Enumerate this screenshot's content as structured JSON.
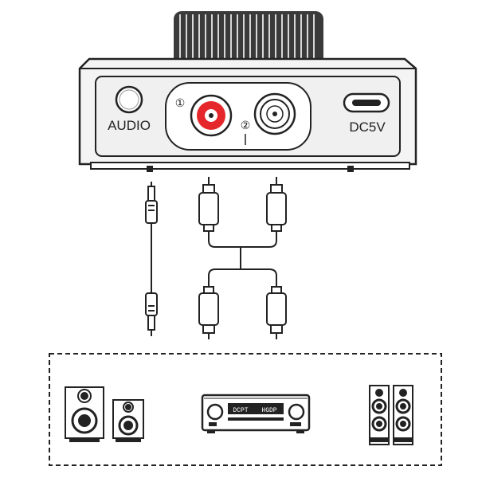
{
  "device": {
    "audio_label": "AUDIO",
    "power_label": "DC5V",
    "marker_1": "①",
    "marker_2": "②"
  },
  "cables": {
    "aux": "3.5mm audio cable",
    "rca": "RCA cable"
  },
  "targets": [
    {
      "name": "bookshelf speakers",
      "icon": "bookshelf-speakers-icon"
    },
    {
      "name": "amplifier",
      "icon": "amplifier-icon",
      "display_left": "DCPT",
      "display_right": "HGDP"
    },
    {
      "name": "tower speakers",
      "icon": "tower-speakers-icon"
    }
  ],
  "colors": {
    "line": "#222222",
    "red_jack": "#e5262a",
    "device_fill": "#f4f4f4",
    "panel_fill": "#f0f0f0"
  }
}
